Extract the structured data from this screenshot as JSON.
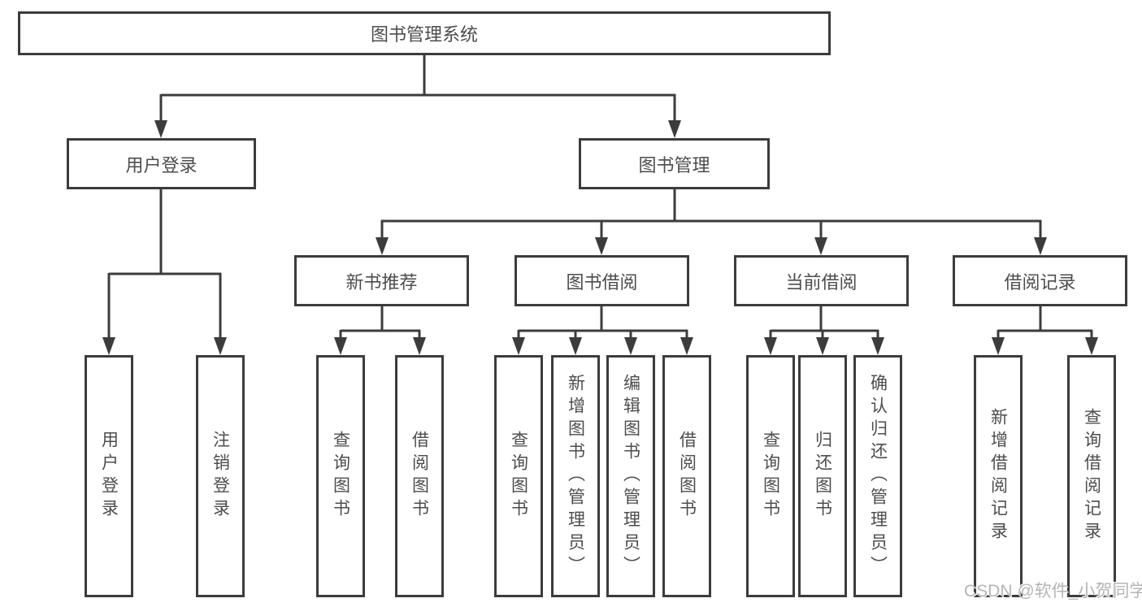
{
  "diagram": {
    "title": "图书管理系统",
    "nodes": [
      {
        "id": "root",
        "label": "图书管理系统"
      },
      {
        "id": "user-login",
        "label": "用户登录"
      },
      {
        "id": "book-management",
        "label": "图书管理"
      },
      {
        "id": "new-book-recommend",
        "label": "新书推荐"
      },
      {
        "id": "book-borrowing",
        "label": "图书借阅"
      },
      {
        "id": "current-borrowing",
        "label": "当前借阅"
      },
      {
        "id": "borrowing-records",
        "label": "借阅记录"
      },
      {
        "id": "user-login-leaf",
        "label": "用户登录"
      },
      {
        "id": "logout",
        "label": "注销登录"
      },
      {
        "id": "query-books-recommend",
        "label": "查询图书"
      },
      {
        "id": "borrow-books-recommend",
        "label": "借阅图书"
      },
      {
        "id": "query-books-borrowing",
        "label": "查询图书"
      },
      {
        "id": "add-books-admin",
        "label": "新增图书（管理员）"
      },
      {
        "id": "edit-books-admin",
        "label": "编辑图书（管理员）"
      },
      {
        "id": "borrow-books-borrowing",
        "label": "借阅图书"
      },
      {
        "id": "query-books-current",
        "label": "查询图书"
      },
      {
        "id": "return-books",
        "label": "归还图书"
      },
      {
        "id": "confirm-return-admin",
        "label": "确认归还（管理员）"
      },
      {
        "id": "add-borrowing-record",
        "label": "新增借阅记录"
      },
      {
        "id": "query-borrowing-record",
        "label": "查询借阅记录"
      }
    ],
    "edges": [
      [
        "root",
        "user-login"
      ],
      [
        "root",
        "book-management"
      ],
      [
        "user-login",
        "user-login-leaf"
      ],
      [
        "user-login",
        "logout"
      ],
      [
        "book-management",
        "new-book-recommend"
      ],
      [
        "book-management",
        "book-borrowing"
      ],
      [
        "book-management",
        "current-borrowing"
      ],
      [
        "book-management",
        "borrowing-records"
      ],
      [
        "new-book-recommend",
        "query-books-recommend"
      ],
      [
        "new-book-recommend",
        "borrow-books-recommend"
      ],
      [
        "book-borrowing",
        "query-books-borrowing"
      ],
      [
        "book-borrowing",
        "add-books-admin"
      ],
      [
        "book-borrowing",
        "edit-books-admin"
      ],
      [
        "book-borrowing",
        "borrow-books-borrowing"
      ],
      [
        "current-borrowing",
        "query-books-current"
      ],
      [
        "current-borrowing",
        "return-books"
      ],
      [
        "current-borrowing",
        "confirm-return-admin"
      ],
      [
        "borrowing-records",
        "add-borrowing-record"
      ],
      [
        "borrowing-records",
        "query-borrowing-record"
      ]
    ]
  },
  "watermark": {
    "text": "CSDN @软件_小贺同学"
  },
  "colors": {
    "line": "#3c3c3c",
    "text": "#4d4d4d",
    "background": "#ffffff",
    "watermark": "#b5b5b5"
  }
}
